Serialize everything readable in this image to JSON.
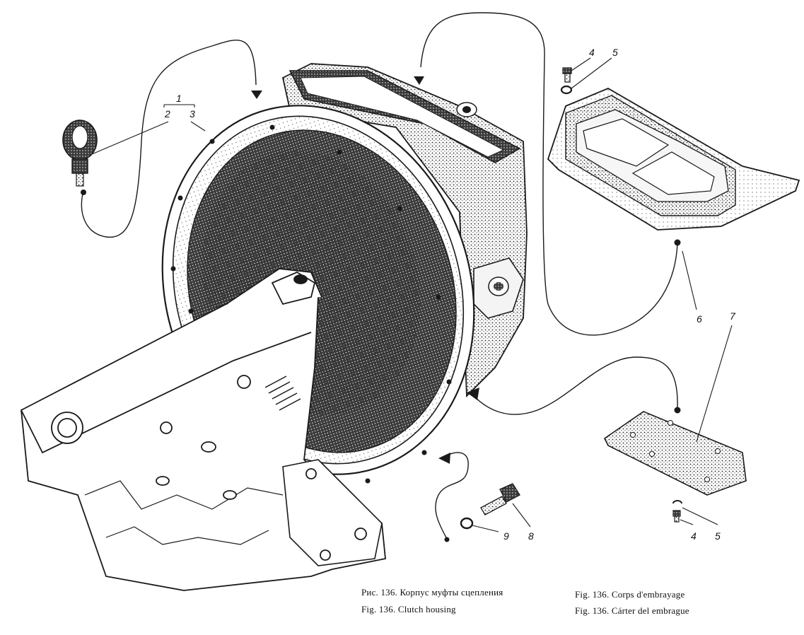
{
  "callouts": {
    "n1": "1",
    "n2": "2",
    "n3": "3",
    "n4_top": "4",
    "n5_top": "5",
    "n6": "6",
    "n7": "7",
    "n4_bottom": "4",
    "n5_bottom": "5",
    "n8": "8",
    "n9": "9"
  },
  "captions": {
    "ru": "Рис. 136. Корпус муфты сцепления",
    "en": "Fig. 136. Clutch housing",
    "fr": "Fig. 136. Corps d'embrayage",
    "es": "Fig. 136. Cárter del embrague"
  },
  "colors": {
    "ink": "#1a1a1a",
    "paper": "#ffffff",
    "stipple": "#2b2b2b"
  }
}
